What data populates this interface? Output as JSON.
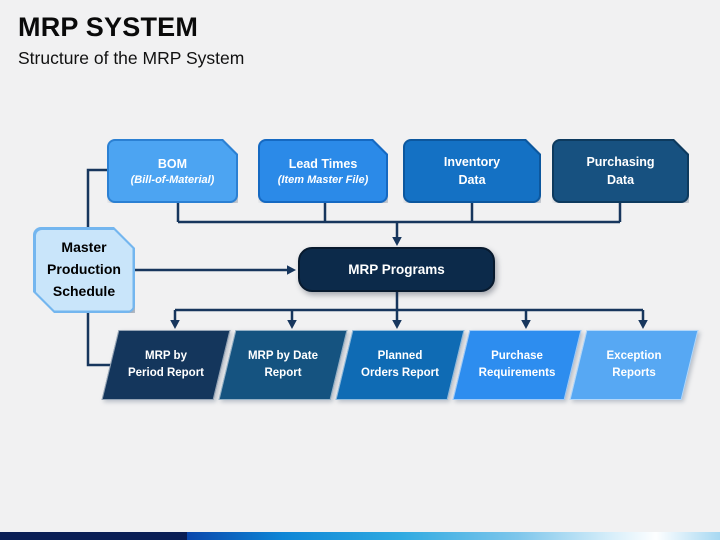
{
  "slide": {
    "title": "MRP SYSTEM",
    "subtitle": "Structure of the MRP System"
  },
  "diagram": {
    "connector_color": "#17365D",
    "top_row": [
      {
        "label": "BOM",
        "sublabel": "(Bill-of-Material)",
        "fill": "#4CA4F2",
        "border": "#2B80D3"
      },
      {
        "label": "Lead Times",
        "sublabel": "(Item Master File)",
        "fill": "#2B8AE8",
        "border": "#1569C2"
      },
      {
        "label": "Inventory\nData",
        "sublabel": "",
        "fill": "#1471C4",
        "border": "#0C579E"
      },
      {
        "label": "Purchasing\nData",
        "sublabel": "",
        "fill": "#175180",
        "border": "#0D3A5E"
      }
    ],
    "master_box": {
      "label": "Master\nProduction\nSchedule",
      "fill": "#C9E5FA",
      "border": "#74B6EF"
    },
    "center_box": {
      "label": "MRP Programs",
      "fill": "#0C2A4A",
      "border": "#081A2E"
    },
    "bottom_row": [
      {
        "label": "MRP by\nPeriod Report",
        "fill": "#14365C"
      },
      {
        "label": "MRP by Date\nReport",
        "fill": "#155380"
      },
      {
        "label": "Planned\nOrders Report",
        "fill": "#0F6BB4"
      },
      {
        "label": "Purchase\nRequirements",
        "fill": "#2D8DEF"
      },
      {
        "label": "Exception\nReports",
        "fill": "#57A8F3"
      }
    ],
    "edges": [
      {
        "from": "BOM",
        "to": "Master Production Schedule",
        "arrow": false
      },
      {
        "from": "BOM",
        "to": "MRP Programs",
        "arrow": true
      },
      {
        "from": "Lead Times",
        "to": "MRP Programs",
        "arrow": true
      },
      {
        "from": "Inventory Data",
        "to": "MRP Programs",
        "arrow": true
      },
      {
        "from": "Purchasing Data",
        "to": "MRP Programs",
        "arrow": true
      },
      {
        "from": "Master Production Schedule",
        "to": "MRP Programs",
        "arrow": true
      },
      {
        "from": "Master Production Schedule",
        "to": "MRP by Period Report",
        "arrow": false
      },
      {
        "from": "MRP Programs",
        "to": "MRP by Period Report",
        "arrow": true
      },
      {
        "from": "MRP Programs",
        "to": "MRP by Date Report",
        "arrow": true
      },
      {
        "from": "MRP Programs",
        "to": "Planned Orders Report",
        "arrow": true
      },
      {
        "from": "MRP Programs",
        "to": "Purchase Requirements",
        "arrow": true
      },
      {
        "from": "MRP Programs",
        "to": "Exception Reports",
        "arrow": true
      }
    ]
  },
  "footer": {
    "left_color": "#0A1E55",
    "gradient_stops": [
      "#0A47AC",
      "#0E86D6",
      "#2FAAE1",
      "#7EC6EB",
      "#D9EFFA",
      "#FDFEFF",
      "#A7D8F2"
    ]
  }
}
